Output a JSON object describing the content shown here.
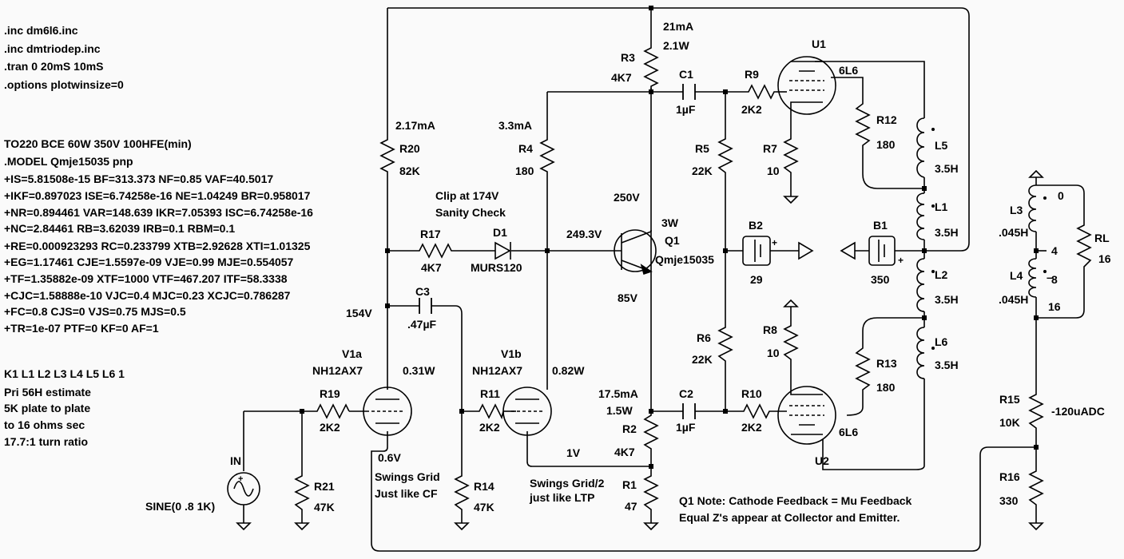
{
  "directives": [
    ".inc dm6l6.inc",
    ".inc dmtriodep.inc",
    ".tran 0 20mS 10mS",
    ".options plotwinsize=0"
  ],
  "model_notes": [
    "TO220 BCE 60W 350V 100HFE(min)",
    ".MODEL Qmje15035 pnp",
    "+IS=5.81508e-15 BF=313.373 NF=0.85 VAF=40.5017",
    "+IKF=0.897023 ISE=6.74258e-16 NE=1.04249 BR=0.958017",
    "+NR=0.894461 VAR=148.639 IKR=7.05393 ISC=6.74258e-16",
    "+NC=2.84461 RB=3.62039 IRB=0.1 RBM=0.1",
    "+RE=0.000923293 RC=0.233799 XTB=2.92628 XTI=1.01325",
    "+EG=1.17461 CJE=1.5597e-09 VJE=0.99 MJE=0.554057",
    "+TF=1.35882e-09 XTF=1000 VTF=467.207 ITF=58.3338",
    "+CJC=1.58888e-10 VJC=0.4 MJC=0.23 XCJC=0.786287",
    "+FC=0.8 CJS=0 VJS=0.75 MJS=0.5",
    "+TR=1e-07 PTF=0 KF=0 AF=1"
  ],
  "coupling_notes": [
    "K1 L1 L2 L3 L4 L5 L6 1",
    "Pri 56H estimate",
    "5K plate to plate",
    "to 16 ohms sec",
    "17.7:1 turn ratio"
  ],
  "labels": {
    "r3": "R3",
    "r3_val": "4K7",
    "r3_current": "21mA",
    "r3_power": "2.1W",
    "c1": "C1",
    "c1_val": "1µF",
    "r9": "R9",
    "r9_val": "2K2",
    "u1": "U1",
    "u1_type": "6L6",
    "r12": "R12",
    "r12_val": "180",
    "r7": "R7",
    "r7_val": "10",
    "r5": "R5",
    "r5_val": "22K",
    "r20": "R20",
    "r20_val": "82K",
    "r20_current": "2.17mA",
    "r4": "R4",
    "r4_val": "180",
    "r4_current": "3.3mA",
    "l5": "L5",
    "l5_val": "3.5H",
    "l1": "L1",
    "l1_val": "3.5H",
    "l2": "L2",
    "l2_val": "3.5H",
    "l6": "L6",
    "l6_val": "3.5H",
    "l3": "L3",
    "l3_val": ".045H",
    "l4": "L4",
    "l4_val": ".045H",
    "tap0": "0",
    "tap4": "4",
    "tap8": "8",
    "tap16": "16",
    "rl": "RL",
    "rl_val": "16",
    "clip1": "Clip at 174V",
    "clip2": "Sanity Check",
    "v250": "250V",
    "q1_power": "3W",
    "r17": "R17",
    "r17_val": "4K7",
    "d1": "D1",
    "d1_type": "MURS120",
    "v2493": "249.3V",
    "q1": "Q1",
    "q1_type": "Qmje15035",
    "b2": "B2",
    "b2_val": "29",
    "b1": "B1",
    "b1_val": "350",
    "plus": "+",
    "v85": "85V",
    "c3": "C3",
    "c3_val": ".47µF",
    "v154": "154V",
    "r8": "R8",
    "r8_val": "10",
    "r6": "R6",
    "r6_val": "22K",
    "r13": "R13",
    "r13_val": "180",
    "v1a": "V1a",
    "v1a_type": "NH12AX7",
    "v1a_power": "0.31W",
    "v1b": "V1b",
    "v1b_type": "NH12AX7",
    "v1b_power": "0.82W",
    "r19": "R19",
    "r19_val": "2K2",
    "r11": "R11",
    "r11_val": "2K2",
    "r2_current": "17.5mA",
    "r2_power": "1.5W",
    "r2": "R2",
    "r2_val": "4K7",
    "c2": "C2",
    "c2_val": "1µF",
    "r10": "R10",
    "r10_val": "2K2",
    "u2": "U2",
    "u2_type": "6L6",
    "r15": "R15",
    "r15_val": "10K",
    "r15_current": "-120uADC",
    "in": "IN",
    "sine": "SINE(0 .8 1K)",
    "r21": "R21",
    "r21_val": "47K",
    "v06": "0.6V",
    "swing1a": "Swings Grid",
    "swing1b": "Just like CF",
    "r14": "R14",
    "r14_val": "47K",
    "v1v": "1V",
    "swing2a": "Swings Grid/2",
    "swing2b": "just like LTP",
    "r1": "R1",
    "r1_val": "47",
    "q1note1": "Q1 Note: Cathode Feedback = Mu Feedback",
    "q1note2": "Equal Z's appear at Collector and Emitter.",
    "r16": "R16",
    "r16_val": "330"
  }
}
